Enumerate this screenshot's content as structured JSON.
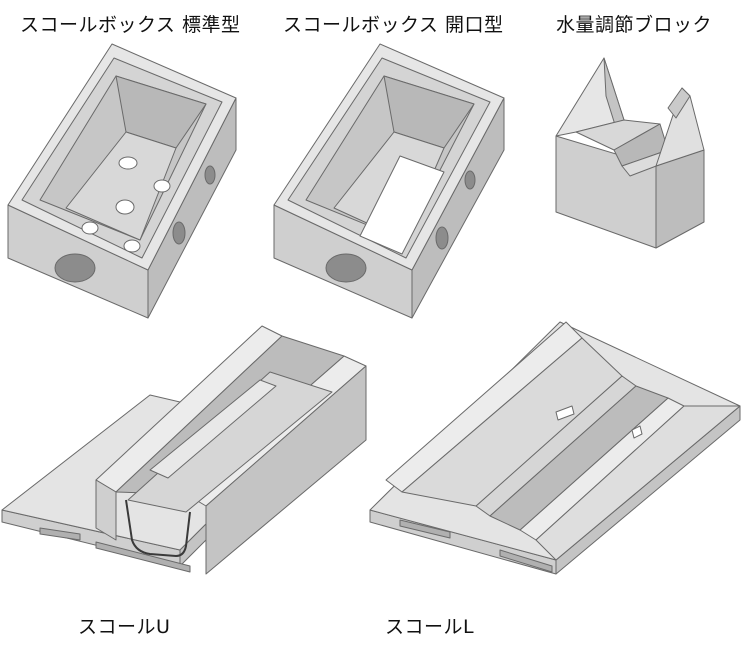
{
  "labels": {
    "standard_box": "スコールボックス 標準型",
    "open_box": "スコールボックス 開口型",
    "flow_block": "水量調節ブロック",
    "scoll_u": "スコールU",
    "scoll_l": "スコールL"
  },
  "colors": {
    "light": "#e6e6e6",
    "mid": "#cfcfcf",
    "dark": "#b4b4b4",
    "edge": "#6a6a6a"
  }
}
